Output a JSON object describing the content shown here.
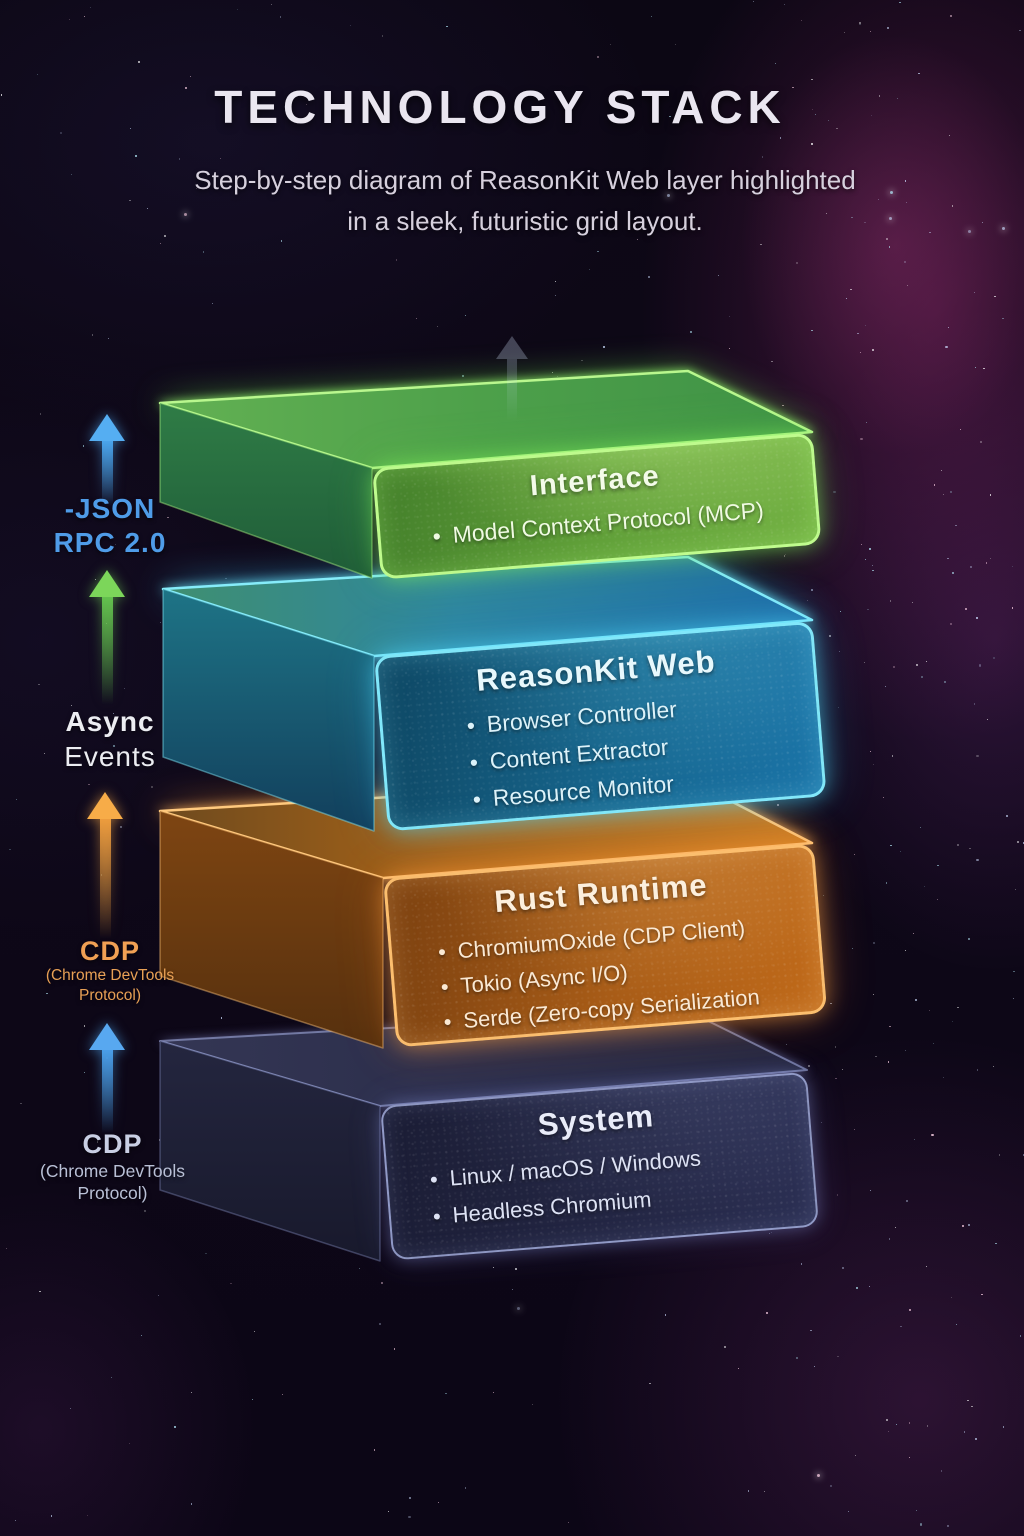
{
  "header": {
    "title": "TECHNOLOGY STACK",
    "subtitle_line1": "Step-by-step diagram of ReasonKit Web layer highlighted",
    "subtitle_line2": "in a sleek, futuristic grid layout."
  },
  "layers": [
    {
      "name": "Interface",
      "bullets": [
        "Model Context Protocol (MCP)"
      ],
      "accent_color": "#9df26e",
      "face_color": "#5f9e38"
    },
    {
      "name": "ReasonKit Web",
      "bullets": [
        "Browser Controller",
        "Content Extractor",
        "Resource Monitor"
      ],
      "accent_color": "#7deefc",
      "face_color": "#17678f"
    },
    {
      "name": "Rust Runtime",
      "bullets": [
        "ChromiumOxide (CDP Client)",
        "Tokio (Async I/O)",
        "Serde (Zero-copy Serialization"
      ],
      "accent_color": "#ffc97e",
      "face_color": "#a85c17"
    },
    {
      "name": "System",
      "bullets": [
        "Linux / macOS / Windows",
        "Headless Chromium"
      ],
      "accent_color": "#aab4e0",
      "face_color": "#242745"
    }
  ],
  "flow_arrows": [
    {
      "lines": [
        "-JSON",
        "RPC 2.0"
      ],
      "arrow_color": "#55aef2",
      "label_color": "#4f9ce8",
      "direction": "up"
    },
    {
      "lines": [
        "Async",
        "Events"
      ],
      "arrow_color": "#7cd65a",
      "label_color": "#ecedf2",
      "direction": "up"
    },
    {
      "lines": [
        "CDP",
        "(Chrome DevTools",
        "Protocol)"
      ],
      "arrow_color": "#f7ac48",
      "label_color": "#f0a054",
      "direction": "up"
    },
    {
      "lines": [
        "CDP",
        "(Chrome DevTools",
        "Protocol)"
      ],
      "arrow_color": "#58a8f0",
      "label_color": "#c9cfe4",
      "direction": "up"
    }
  ]
}
